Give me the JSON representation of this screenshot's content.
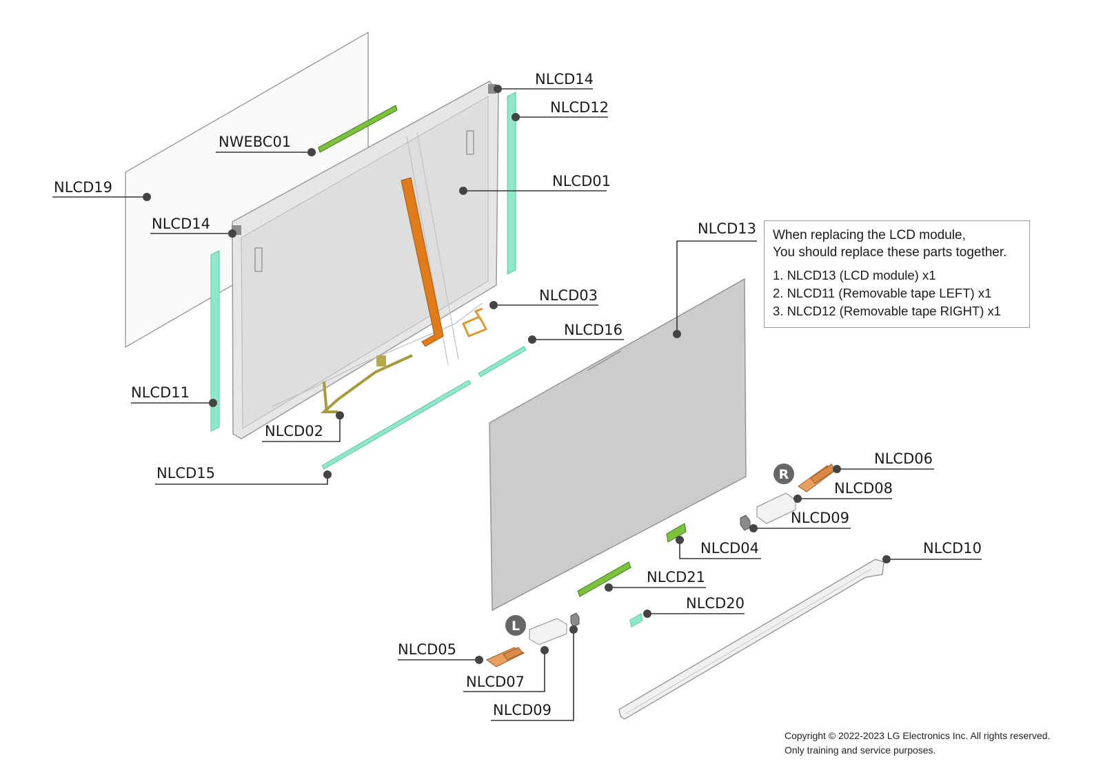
{
  "labels": {
    "nlcd14_top": "NLCD14",
    "nlcd12": "NLCD12",
    "nwebc01": "NWEBC01",
    "nlcd01": "NLCD01",
    "nlcd19": "NLCD19",
    "nlcd14_left": "NLCD14",
    "nlcd13": "NLCD13",
    "nlcd03": "NLCD03",
    "nlcd16": "NLCD16",
    "nlcd11": "NLCD11",
    "nlcd02": "NLCD02",
    "nlcd15": "NLCD15",
    "nlcd06": "NLCD06",
    "nlcd08": "NLCD08",
    "nlcd09_right": "NLCD09",
    "nlcd04": "NLCD04",
    "nlcd10": "NLCD10",
    "nlcd21": "NLCD21",
    "nlcd20": "NLCD20",
    "nlcd05": "NLCD05",
    "nlcd07": "NLCD07",
    "nlcd09_bottom": "NLCD09"
  },
  "badges": {
    "right": "R",
    "left": "L"
  },
  "note": {
    "line1": "When replacing the LCD module,",
    "line2": "You should replace these parts together.",
    "items": [
      "1. NLCD13 (LCD module) x1",
      "2. NLCD11 (Removable tape LEFT) x1",
      "3. NLCD12 (Removable tape RIGHT) x1"
    ]
  },
  "copyright": {
    "line1": "Copyright © 2022-2023 LG Electronics Inc. All rights reserved.",
    "line2": "Only training and service purposes."
  },
  "colors": {
    "tape": "#7fe3c4",
    "cable_orange": "#e07b1a",
    "cable_olive": "#a89a3a",
    "webcam_green": "#7dc23d",
    "hinge_copper": "#e8a060",
    "panel_grey": "#cfcfcf",
    "cover_grey": "#e4e4e4"
  }
}
